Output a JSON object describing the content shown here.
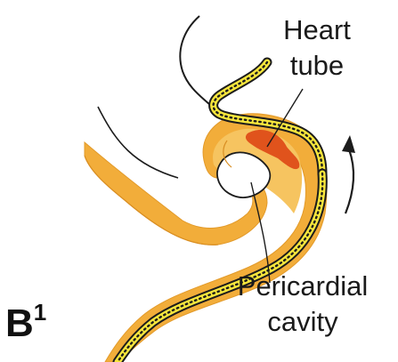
{
  "figure": {
    "panel_label": "B",
    "panel_label_superscript": "1",
    "labels": {
      "heart_tube_line1": "Heart",
      "heart_tube_line2": "tube",
      "pericardial_line1": "Pericardial",
      "pericardial_line2": "cavity"
    },
    "colors": {
      "tissue": "#f2ad3a",
      "tissue_light": "#f6c460",
      "endoderm_dots": "#f7e63c",
      "heart_tube": "#e0531c",
      "cavity": "#ffffff",
      "outline": "#1c1c1c"
    },
    "icons": {
      "rotation_arrow": "curved-up-arrow-icon"
    }
  }
}
